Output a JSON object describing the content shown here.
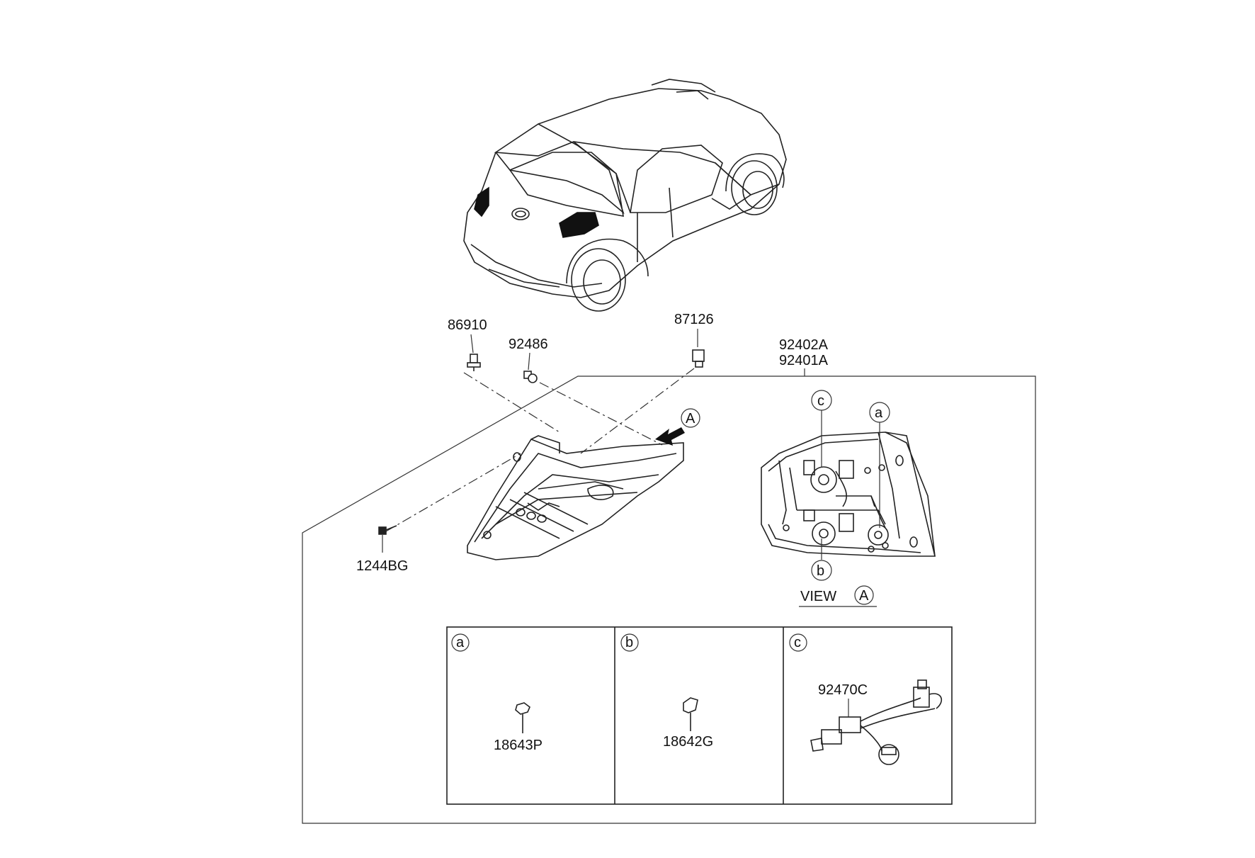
{
  "parts": {
    "p86910": "86910",
    "p92486": "92486",
    "p87126": "87126",
    "p92402A": "92402A",
    "p92401A": "92401A",
    "p1244BG": "1244BG",
    "p18643P": "18643P",
    "p18642G": "18642G",
    "p92470C": "92470C"
  },
  "callouts": {
    "a": "a",
    "b": "b",
    "c": "c",
    "A": "A"
  },
  "view_label": "VIEW",
  "icons": [
    "car-rear-view-icon",
    "tail-lamp-icon",
    "bulb-icon",
    "socket-harness-icon",
    "screw-icon",
    "arrow-icon"
  ]
}
